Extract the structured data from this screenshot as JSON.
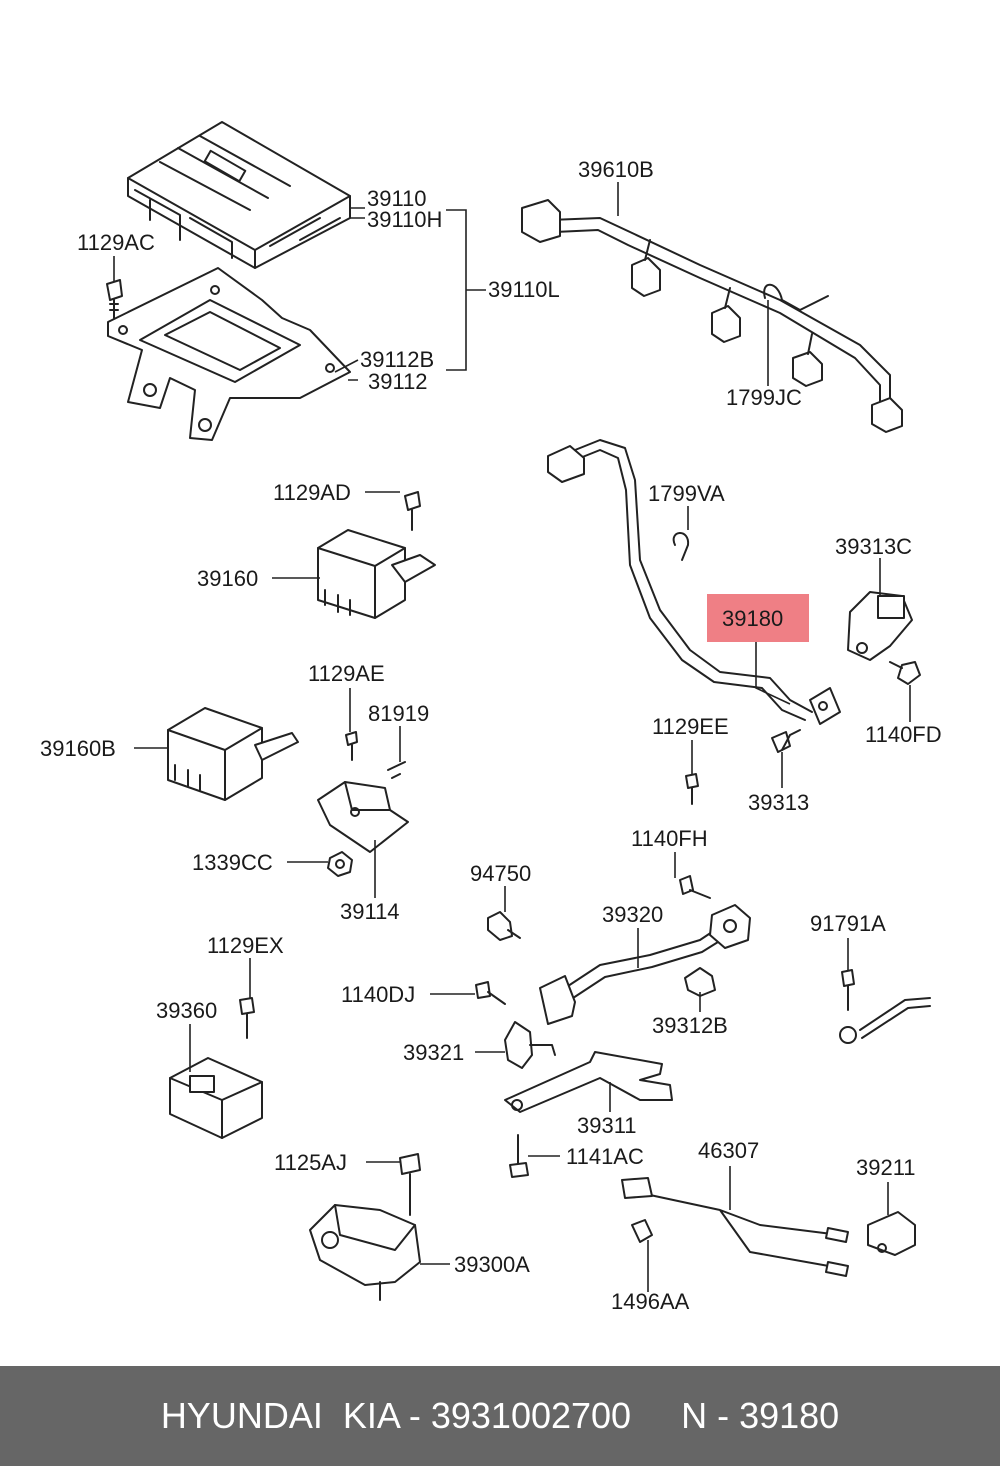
{
  "highlight_color": "#ef7f85",
  "footer": {
    "text": "HYUNDAI  KIA - 3931002700     N - 39180",
    "background": "#666666"
  },
  "labels": {
    "p39110": "39110",
    "p39110H": "39110H",
    "p39110L": "39110L",
    "p1129AC": "1129AC",
    "p39112B": "39112B",
    "p39112": "39112",
    "p39610B": "39610B",
    "p1799JC": "1799JC",
    "p1129AD": "1129AD",
    "p39160": "39160",
    "p1799VA": "1799VA",
    "p39313C": "39313C",
    "p39180": "39180",
    "p1129AE": "1129AE",
    "p81919": "81919",
    "p39160B": "39160B",
    "p1129EE": "1129EE",
    "p1140FD": "1140FD",
    "p39313": "39313",
    "p1339CC": "1339CC",
    "p39114": "39114",
    "p1140FH": "1140FH",
    "p94750": "94750",
    "p39320": "39320",
    "p91791A": "91791A",
    "p1129EX": "1129EX",
    "p1140DJ": "1140DJ",
    "p39312B": "39312B",
    "p39360": "39360",
    "p39321": "39321",
    "p39311": "39311",
    "p1141AC": "1141AC",
    "p1125AJ": "1125AJ",
    "p46307": "46307",
    "p39211": "39211",
    "p39300A": "39300A",
    "p1496AA": "1496AA"
  }
}
